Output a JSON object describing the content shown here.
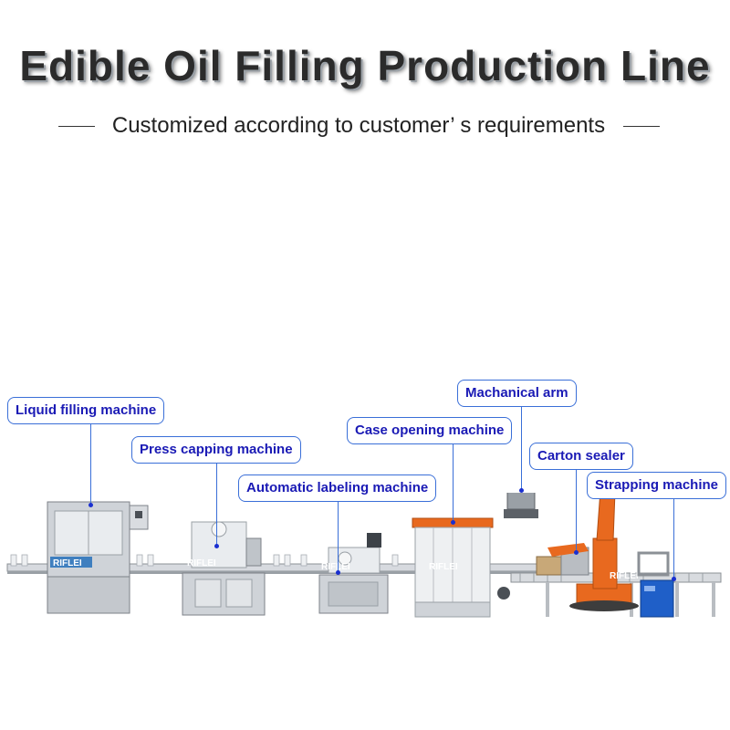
{
  "title": "Edible Oil Filling Production Line",
  "subtitle": "Customized according to customer’ s requirements",
  "brand": "RIFLEI",
  "labels": {
    "liquid_filling": "Liquid filling machine",
    "press_capping": "Press capping machine",
    "auto_labeling": "Automatic labeling machine",
    "case_opening": "Case opening machine",
    "mechanical_arm": "Machanical arm",
    "carton_sealer": "Carton sealer",
    "strapping": "Strapping machine"
  },
  "colors": {
    "label_text": "#1a1ab5",
    "label_border": "#3a6fd8",
    "machine_steel": "#c9cdd2",
    "robot_orange": "#e8691f",
    "strapper_blue": "#1f5fc8"
  }
}
